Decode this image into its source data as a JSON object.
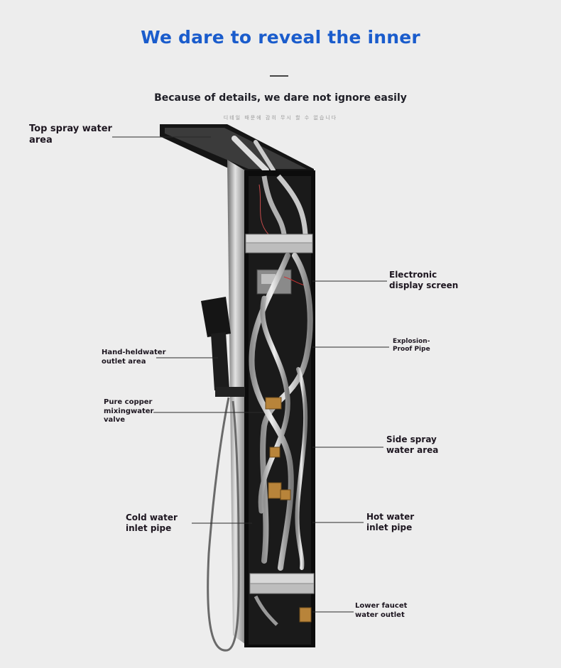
{
  "header": {
    "title": "We dare to reveal the inner",
    "subtitle": "Because of details, we dare not ignore easily",
    "small_text": "디테일 때문에 감히 무시 할 수 없습니다"
  },
  "labels": {
    "top_spray": "Top spray water\narea",
    "display": "Electronic\ndisplay screen",
    "explosion_pipe": "Explosion-\nProof Pipe",
    "handheld": "Hand-heldwater\noutlet area",
    "copper_valve": "Pure copper\nmixingwater\nvalve",
    "side_spray": "Side spray\nwater area",
    "cold_inlet": "Cold water\ninlet pipe",
    "hot_inlet": "Hot water\ninlet pipe",
    "lower_faucet": "Lower faucet\nwater outlet"
  },
  "colors": {
    "headline": "#1a5ccc",
    "text": "#1d1620",
    "background": "#ededed"
  }
}
